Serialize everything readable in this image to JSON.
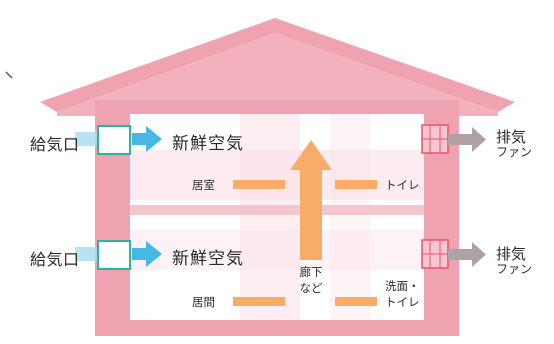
{
  "diagram": {
    "rooms": {
      "living_room": "居室",
      "living_space": "居間",
      "hallway": "廊下",
      "etc": "など",
      "toilet": "トイレ",
      "washroom": "洗面・",
      "washroom_toilet": "トイレ"
    },
    "inlets": [
      {
        "label": "給気口",
        "air": "新鮮空気"
      },
      {
        "label": "給気口",
        "air": "新鮮空気"
      }
    ],
    "exhausts": [
      {
        "label": "排気",
        "fan": "ファン"
      },
      {
        "label": "排気",
        "fan": "ファン"
      }
    ],
    "colors": {
      "house_pink": "#efa3b1",
      "interior": "#ffffff",
      "interior_tint": "#fbe3e8",
      "airflow_orange": "#f7ac68",
      "fresh_air_blue": "#45b8e6",
      "exhaust_gray": "#b0a2a4",
      "inlet_teal": "#2fb39b",
      "fan_red": "#e7546b"
    }
  }
}
